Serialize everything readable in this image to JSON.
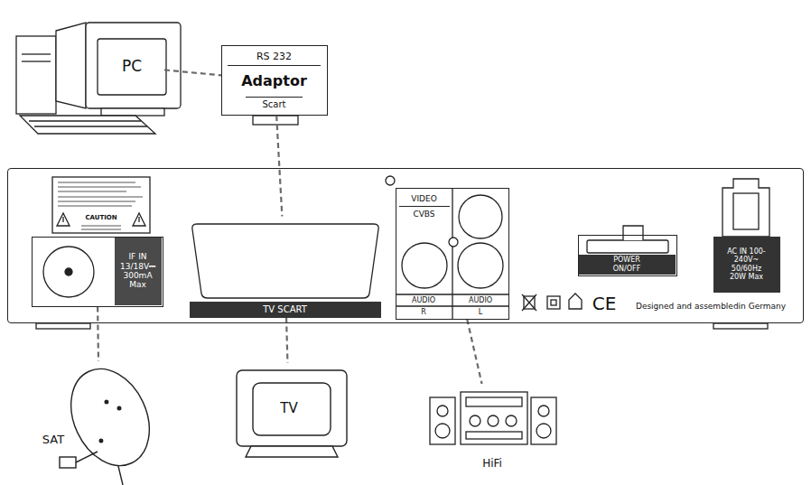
{
  "diagram": {
    "nodes": [
      {
        "text": [
          "PC"
        ]
      },
      {
        "text": [
          "RS 232",
          "Adaptor",
          "Scart"
        ]
      },
      {
        "text": [
          "Designed and assembledin Germany"
        ]
      },
      {
        "text": [
          "IF IN 13/18V⎓ 300mA Max"
        ],
        "in": 2
      },
      {
        "text": [
          "TV SCART"
        ],
        "in": 2
      },
      {
        "text": [
          "VIDEO",
          "CVBS",
          "AUDIO",
          "AUDIO",
          "R",
          "L"
        ],
        "in": 2
      },
      {
        "text": [
          "POWER ON/OFF"
        ],
        "in": 2
      },
      {
        "text": [
          "AC IN 100-240V~ 50/60Hz 20W Max"
        ],
        "in": 2
      },
      {
        "text": [
          "SAT"
        ]
      },
      {
        "text": [
          "TV"
        ]
      },
      {
        "text": [
          "HiFi"
        ]
      }
    ],
    "edges": [
      {
        "from": 0,
        "to": 1,
        "arrow": "none"
      },
      {
        "from": 1,
        "to": 4,
        "arrow": "none"
      },
      {
        "from": 3,
        "to": 8,
        "arrow": "none"
      },
      {
        "from": 4,
        "to": 9,
        "arrow": "none"
      },
      {
        "from": 5,
        "to": 10,
        "arrow": "none"
      }
    ],
    "labels": [
      "CAUTION",
      "CE"
    ]
  }
}
